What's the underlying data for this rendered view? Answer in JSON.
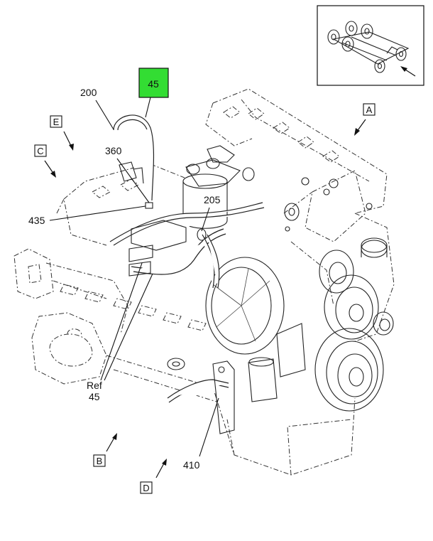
{
  "inset": {
    "caption": ""
  },
  "callouts": {
    "highlight": "45",
    "c200": "200",
    "c360": "360",
    "c435": "435",
    "c205": "205",
    "ref_text": "Ref",
    "ref_num": "45",
    "c410": "410"
  },
  "view_labels": {
    "A": "A",
    "B": "B",
    "C": "C",
    "D": "D",
    "E": "E"
  },
  "colors": {
    "highlight_fill": "#33dd33",
    "line": "#222222"
  }
}
